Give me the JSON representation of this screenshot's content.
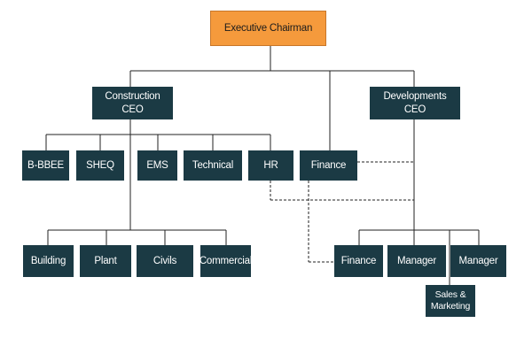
{
  "colors": {
    "box_fill": "#1b3a44",
    "box_text": "#ffffff",
    "chairman_fill": "#f59a3c",
    "chairman_text": "#1b1b1b",
    "line": "#222222"
  },
  "nodes": {
    "executive_chairman": "Executive Chairman",
    "construction_ceo": "Construction CEO",
    "developments_ceo": "Developments CEO",
    "bbbee": "B-BBEE",
    "sheq": "SHEQ",
    "ems": "EMS",
    "technical": "Technical",
    "hr": "HR",
    "finance_top": "Finance",
    "building": "Building",
    "plant": "Plant",
    "civils": "Civils",
    "commercial": "Commercial",
    "finance_dev": "Finance",
    "manager_1": "Manager",
    "manager_2": "Manager",
    "sales_marketing": "Sales & Marketing"
  },
  "relations": [
    {
      "from": "executive_chairman",
      "to": "construction_ceo",
      "style": "solid"
    },
    {
      "from": "executive_chairman",
      "to": "developments_ceo",
      "style": "solid"
    },
    {
      "from": "executive_chairman",
      "to": "finance_top",
      "style": "solid"
    },
    {
      "from": "construction_ceo",
      "to": "bbbee",
      "style": "solid"
    },
    {
      "from": "construction_ceo",
      "to": "sheq",
      "style": "solid"
    },
    {
      "from": "construction_ceo",
      "to": "ems",
      "style": "solid"
    },
    {
      "from": "construction_ceo",
      "to": "technical",
      "style": "solid"
    },
    {
      "from": "construction_ceo",
      "to": "hr",
      "style": "solid"
    },
    {
      "from": "construction_ceo",
      "to": "building",
      "style": "solid"
    },
    {
      "from": "construction_ceo",
      "to": "plant",
      "style": "solid"
    },
    {
      "from": "construction_ceo",
      "to": "civils",
      "style": "solid"
    },
    {
      "from": "construction_ceo",
      "to": "commercial",
      "style": "solid"
    },
    {
      "from": "developments_ceo",
      "to": "finance_dev",
      "style": "solid"
    },
    {
      "from": "developments_ceo",
      "to": "manager_1",
      "style": "solid"
    },
    {
      "from": "developments_ceo",
      "to": "manager_2",
      "style": "solid"
    },
    {
      "from": "developments_ceo",
      "to": "sales_marketing",
      "style": "solid"
    },
    {
      "from": "finance_top",
      "to": "developments_ceo",
      "style": "dashed"
    },
    {
      "from": "hr",
      "to": "developments_ceo",
      "style": "dashed"
    },
    {
      "from": "finance_top",
      "to": "finance_dev",
      "style": "dashed"
    }
  ]
}
